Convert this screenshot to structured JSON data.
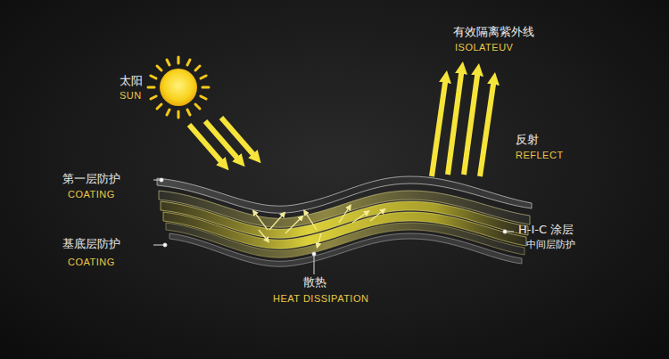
{
  "diagram": {
    "labels": [
      "太阳",
      "SUN",
      "第一层防护",
      "COATING",
      "基底层防护",
      "COATING",
      "散热",
      "HEAT DISSIPATION",
      "有效隔离紫外线",
      "ISOLATEUV",
      "反射",
      "REFLECT",
      "H-I-C 涂层",
      "中间层防护"
    ]
  }
}
